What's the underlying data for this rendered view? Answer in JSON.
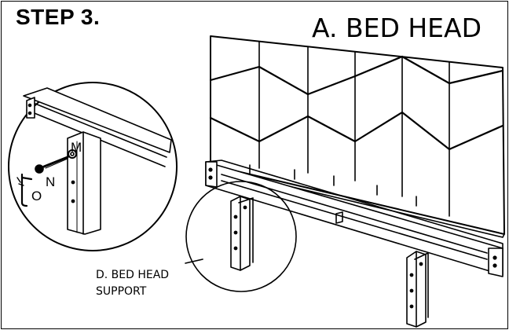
{
  "step_title": "STEP 3.",
  "part_title": "A. BED HEAD",
  "support_label_line1": "D. BED HEAD",
  "support_label_line2": "SUPPORT",
  "hardware": {
    "m": "M",
    "n": "N",
    "o": "O"
  },
  "colors": {
    "line": "#000000",
    "background": "#ffffff"
  }
}
